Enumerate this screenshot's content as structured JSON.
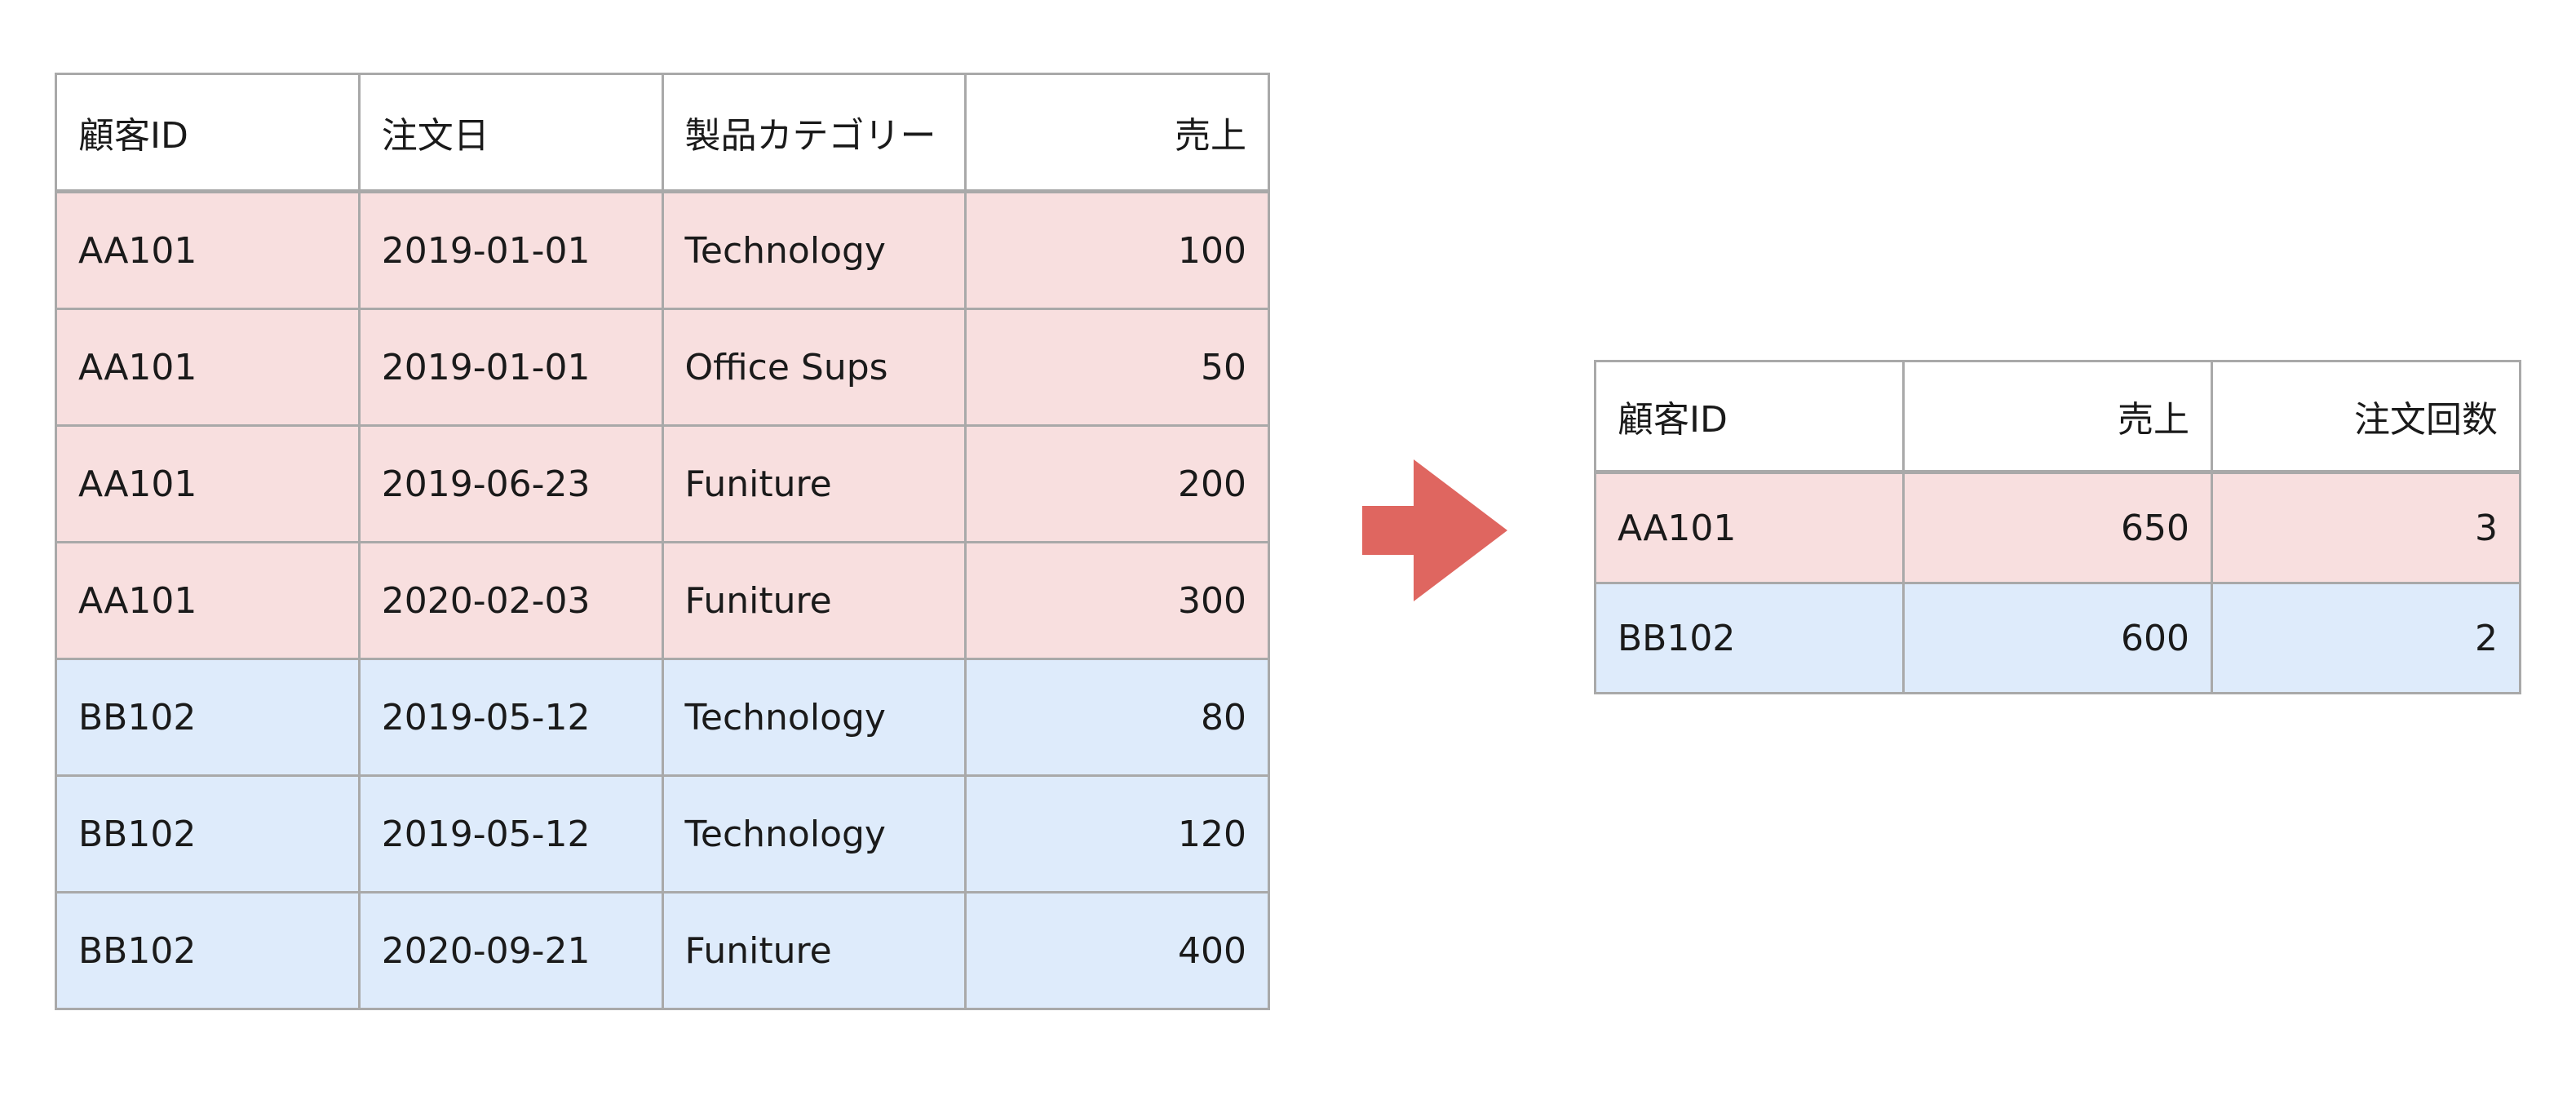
{
  "colors": {
    "group_a_row": "#f8dfdf",
    "group_b_row": "#deebfb",
    "arrow": "#df6660",
    "border": "#a9a9a9"
  },
  "source_table": {
    "headers": [
      "顧客ID",
      "注文日",
      "製品カテゴリー",
      "売上"
    ],
    "rows": [
      {
        "group": "a",
        "cells": [
          "AA101",
          "2019-01-01",
          "Technology",
          "100"
        ]
      },
      {
        "group": "a",
        "cells": [
          "AA101",
          "2019-01-01",
          "Office Sups",
          "50"
        ]
      },
      {
        "group": "a",
        "cells": [
          "AA101",
          "2019-06-23",
          "Funiture",
          "200"
        ]
      },
      {
        "group": "a",
        "cells": [
          "AA101",
          "2020-02-03",
          "Funiture",
          "300"
        ]
      },
      {
        "group": "b",
        "cells": [
          "BB102",
          "2019-05-12",
          "Technology",
          "80"
        ]
      },
      {
        "group": "b",
        "cells": [
          "BB102",
          "2019-05-12",
          "Technology",
          "120"
        ]
      },
      {
        "group": "b",
        "cells": [
          "BB102",
          "2020-09-21",
          "Funiture",
          "400"
        ]
      }
    ]
  },
  "arrow": {
    "icon": "right-arrow-icon"
  },
  "summary_table": {
    "headers": [
      "顧客ID",
      "売上",
      "注文回数"
    ],
    "rows": [
      {
        "group": "a",
        "cells": [
          "AA101",
          "650",
          "3"
        ]
      },
      {
        "group": "b",
        "cells": [
          "BB102",
          "600",
          "2"
        ]
      }
    ]
  }
}
